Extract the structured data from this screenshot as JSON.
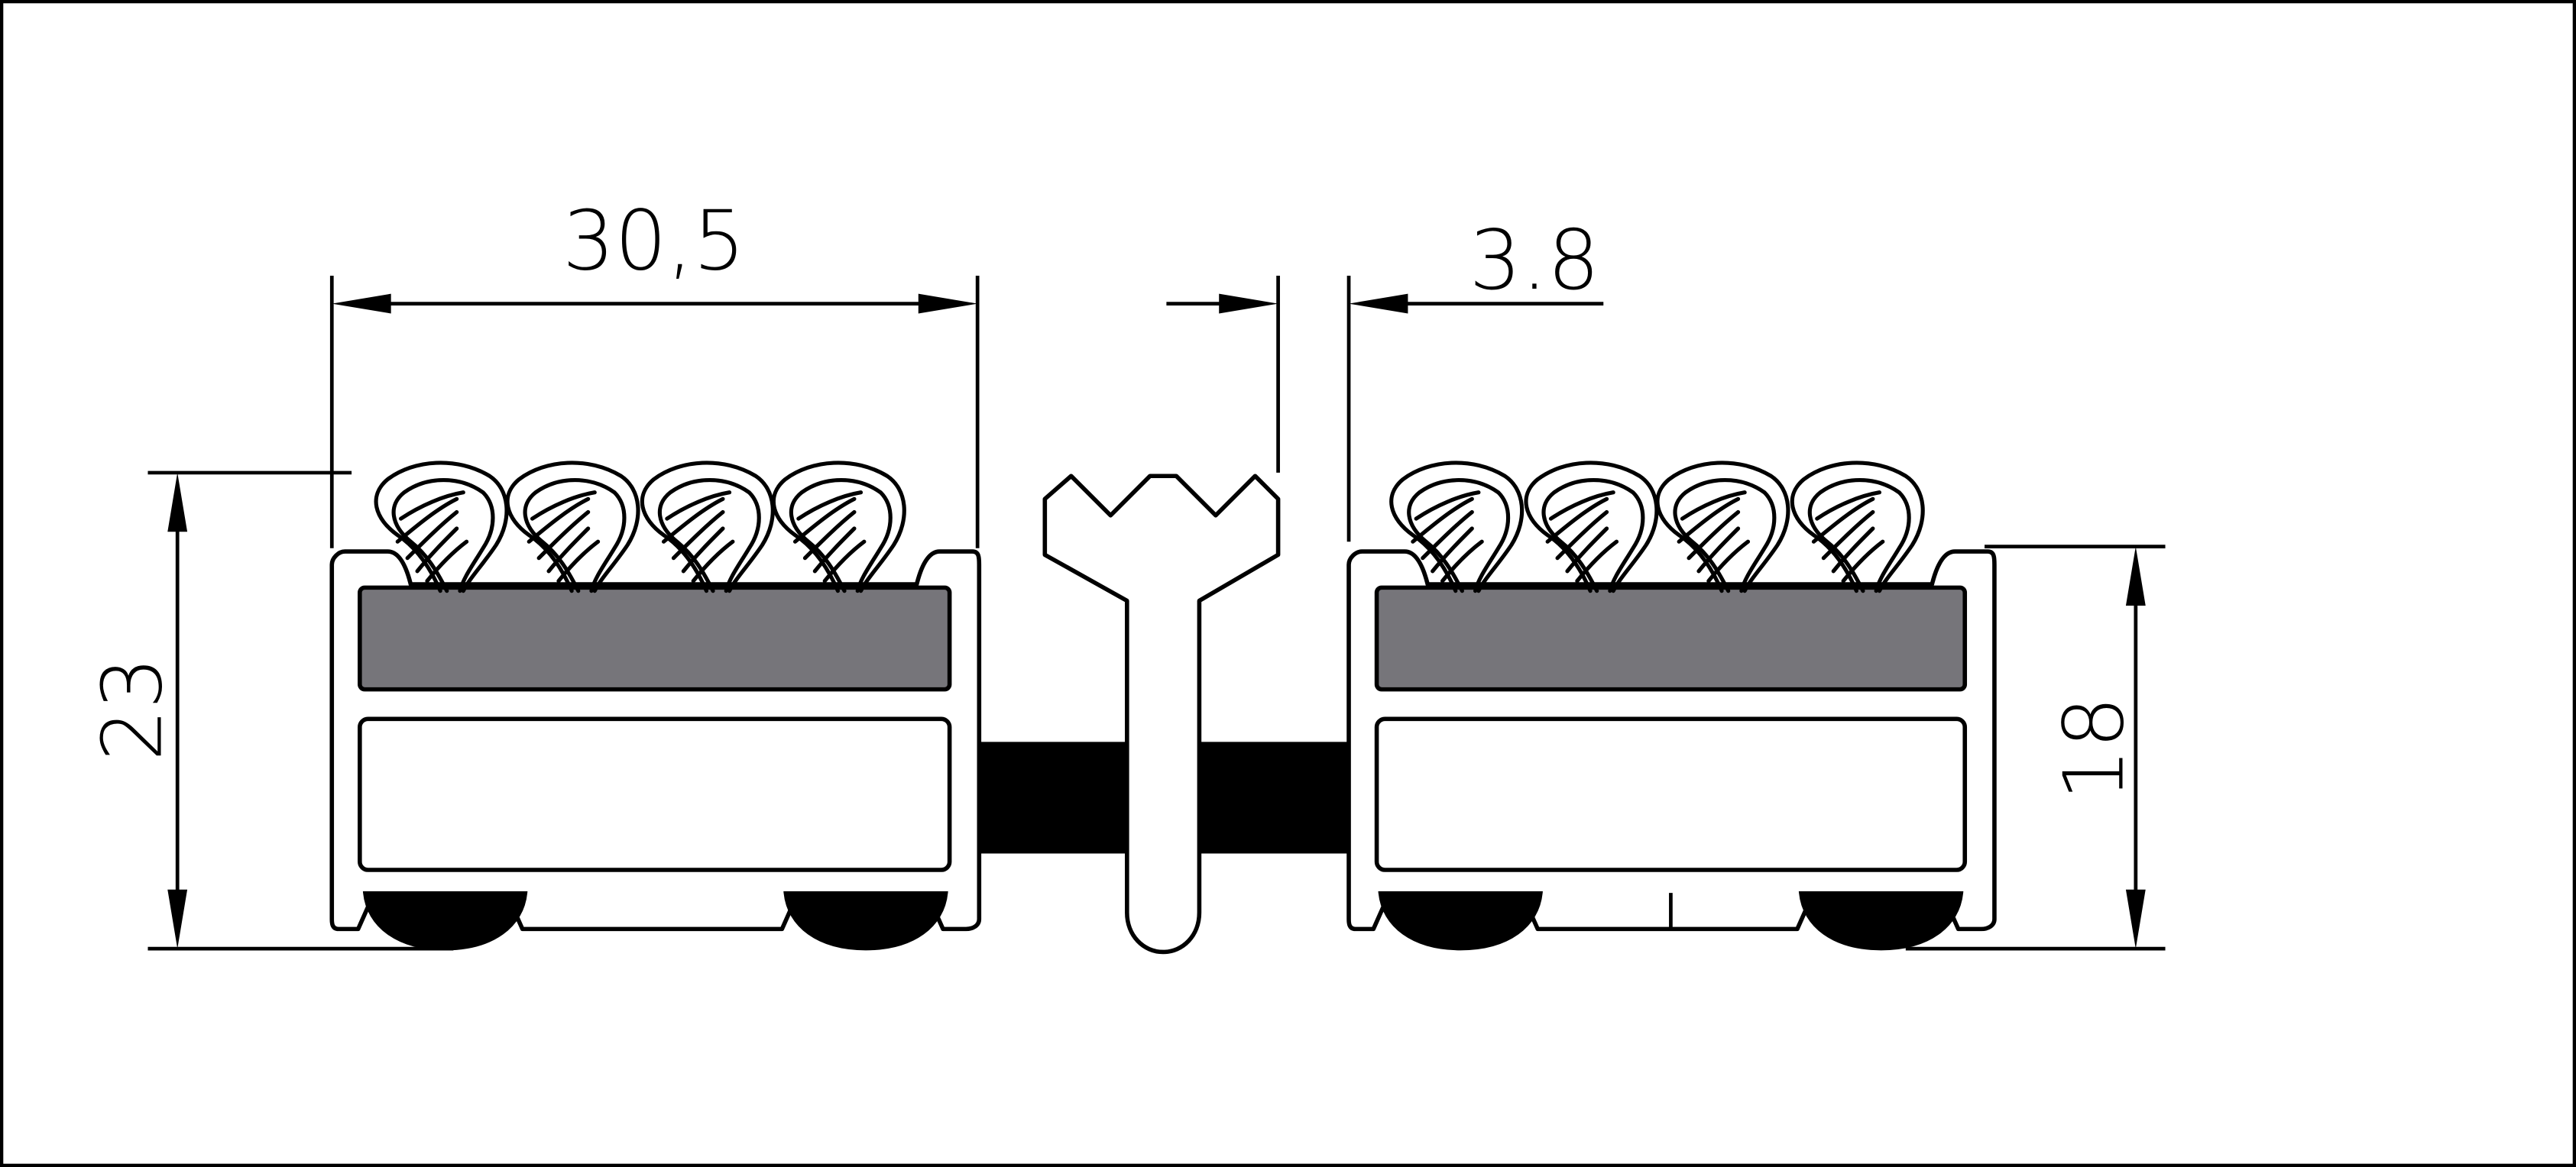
{
  "dimensions": {
    "profile_width": "30,5",
    "gap_width": "3.8",
    "left_height": "23",
    "right_height": "18"
  },
  "colors": {
    "line": "#000000",
    "insert_grey": "#76757a",
    "rubber_black": "#000000",
    "background": "#ffffff"
  }
}
